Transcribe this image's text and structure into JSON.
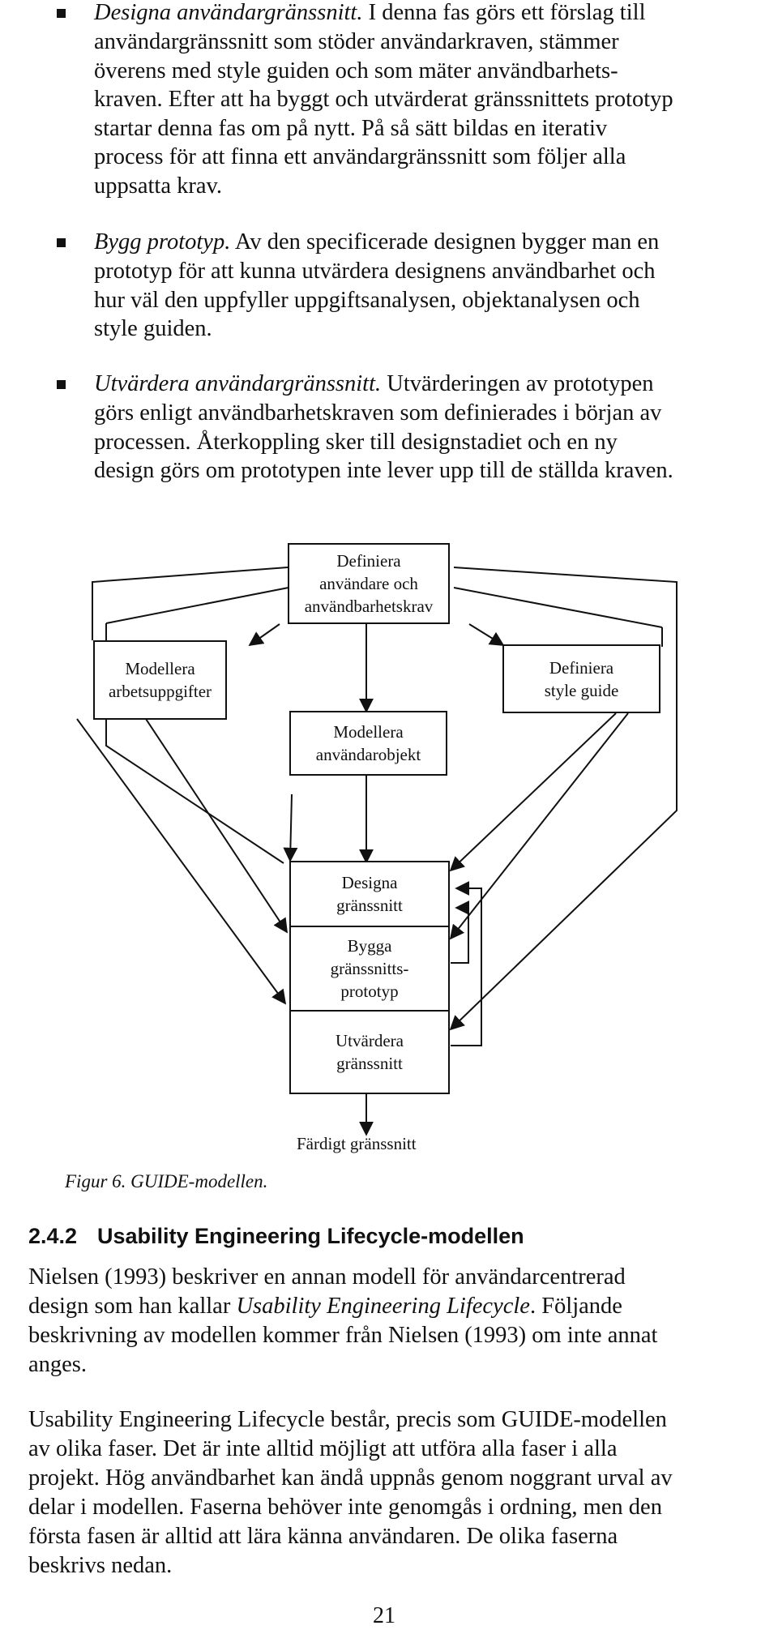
{
  "bullets": [
    {
      "lines": [
        {
          "italic": "Designa användargränssnitt.",
          "text": " I denna fas görs ett förslag till"
        },
        {
          "text": "användargränssnitt som stöder användarkraven, stämmer"
        },
        {
          "text": "överens med style guiden och som mäter användbarhets-"
        },
        {
          "text": "kraven. Efter att ha byggt och utvärderat gränssnittets prototyp"
        },
        {
          "text": "startar denna fas om på nytt. På så sätt bildas en iterativ"
        },
        {
          "text": "process för att finna ett användargränssnitt som följer alla"
        },
        {
          "text": "uppsatta krav."
        }
      ]
    },
    {
      "lines": [
        {
          "italic": "Bygg prototyp.",
          "text": " Av den specificerade designen bygger man en"
        },
        {
          "text": "prototyp för att kunna utvärdera designens användbarhet och"
        },
        {
          "text": "hur väl den uppfyller uppgiftsanalysen, objektanalysen och"
        },
        {
          "text": "style guiden."
        }
      ]
    },
    {
      "lines": [
        {
          "italic": "Utvärdera användargränssnitt.",
          "text": " Utvärderingen av prototypen"
        },
        {
          "text": "görs enligt användbarhetskraven som definierades i början av"
        },
        {
          "text": "processen. Återkoppling sker till designstadiet och en ny"
        },
        {
          "text": "design görs om prototypen inte lever upp till de ställda kraven."
        }
      ]
    }
  ],
  "diagram": {
    "boxes": {
      "definiera_anvandare": [
        "Definiera",
        "användare och",
        "användbarhetskrav"
      ],
      "modellera_arbetsuppgifter": [
        "Modellera",
        "arbetsuppgifter"
      ],
      "definiera_style_guide": [
        "Definiera",
        "style guide"
      ],
      "modellera_anvandarobjekt": [
        "Modellera",
        "användarobjekt"
      ],
      "designa_granssnitt": [
        "Designa",
        "gränssnitt"
      ],
      "bygga_prototyp": [
        "Bygga",
        "gränssnitts-",
        "prototyp"
      ],
      "utvardera_granssnitt": [
        "Utvärdera",
        "gränssnitt"
      ]
    },
    "output_label": "Färdigt gränssnitt"
  },
  "figure_caption": "Figur 6. GUIDE-modellen.",
  "section": {
    "number": "2.4.2",
    "title": "Usability Engineering Lifecycle-modellen"
  },
  "paragraphs": [
    {
      "lines": [
        {
          "text": "Nielsen (1993) beskriver en annan modell för användarcentrerad"
        },
        {
          "text": "design som han kallar ",
          "italic": "Usability Engineering Lifecycle",
          "after": ". Följande"
        },
        {
          "text": "beskrivning av modellen kommer från Nielsen (1993) om inte annat"
        },
        {
          "text": "anges."
        }
      ]
    },
    {
      "lines": [
        {
          "text": "Usability Engineering Lifecycle består, precis som GUIDE-modellen"
        },
        {
          "text": "av olika faser. Det är inte alltid möjligt att utföra alla faser i alla"
        },
        {
          "text": "projekt. Hög användbarhet kan ändå uppnås genom noggrant urval av"
        },
        {
          "text": "delar i modellen. Faserna behöver inte genomgås i ordning, men den"
        },
        {
          "text": "första fasen är alltid att lära känna användaren. De olika faserna"
        },
        {
          "text": "beskrivs nedan."
        }
      ]
    }
  ],
  "page_number": "21"
}
